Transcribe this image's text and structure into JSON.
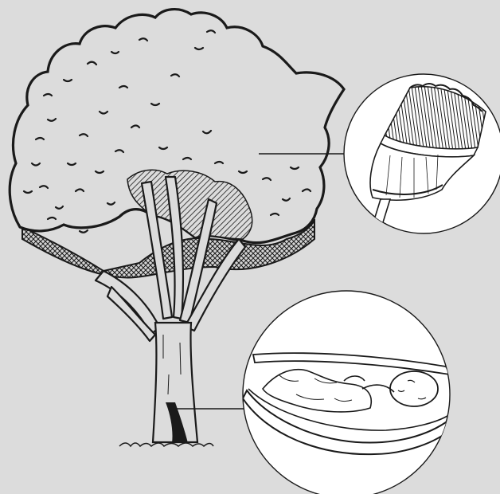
{
  "illustration": {
    "subject": "tree",
    "callouts": [
      {
        "item": "broom",
        "points_to": "crown"
      },
      {
        "item": "infant-in-bark-cradle",
        "points_to": "trunk"
      }
    ]
  },
  "colors": {
    "background": "#dcdcdc",
    "ink": "#1a1a1a",
    "paper": "#ffffff"
  }
}
